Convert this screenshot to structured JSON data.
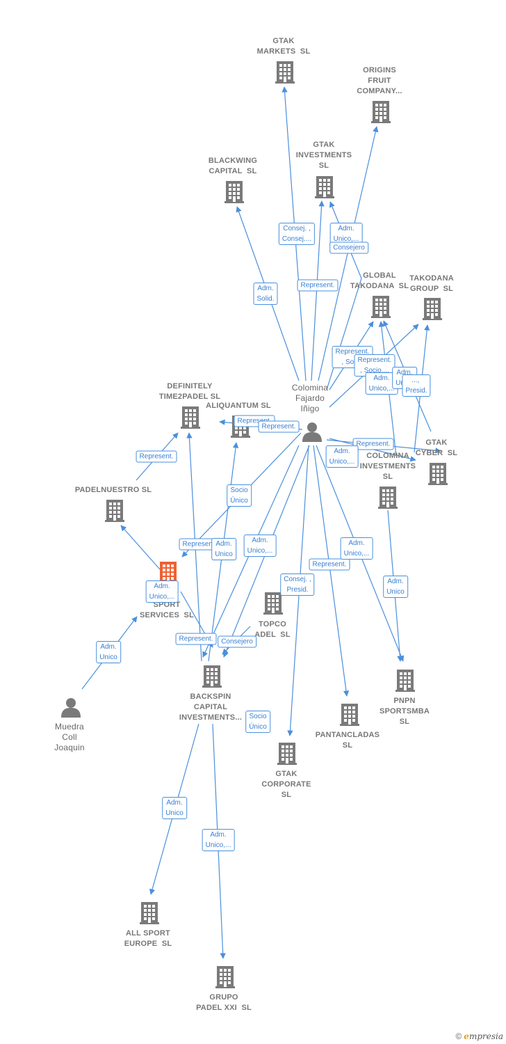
{
  "colors": {
    "edge": "#4a8fdc",
    "building": "#7a7a7a",
    "focus": "#f06030",
    "person": "#7a7a7a"
  },
  "nodes": {
    "gtak_markets": {
      "label": "GTAK\nMARKETS  SL",
      "icon": "building-icon"
    },
    "origins": {
      "label": "ORIGINS\nFRUIT\nCOMPANY...",
      "icon": "building-icon"
    },
    "blackwing": {
      "label": "BLACKWING\nCAPITAL  SL",
      "icon": "building-icon"
    },
    "gtak_investments": {
      "label": "GTAK\nINVESTMENTS\nSL",
      "icon": "building-icon"
    },
    "global_takodana": {
      "label": "GLOBAL\nTAKODANA  SL",
      "icon": "building-icon"
    },
    "takodana_group": {
      "label": "TAKODANA\nGROUP  SL",
      "icon": "building-icon"
    },
    "gtak_cyber": {
      "label": "GTAK\nCYBER  SL",
      "icon": "building-icon"
    },
    "colomina_investments": {
      "label": "COLOMINA\nINVESTMENTS\nSL",
      "icon": "building-icon"
    },
    "definitely": {
      "label": "DEFINITELY\nTIME2PADEL SL",
      "icon": "building-icon"
    },
    "aliquantum": {
      "label": "ALIQUANTUM SL",
      "icon": "building-icon"
    },
    "padelnuestro": {
      "label": "PADELNUESTRO SL",
      "icon": "building-icon"
    },
    "focus": {
      "label": "SA\nSPORT\nSERVICES  SL",
      "icon": "building-icon"
    },
    "topco": {
      "label": "TOPCO\nADEL  SL",
      "icon": "building-icon"
    },
    "backspin": {
      "label": "BACKSPIN\nCAPITAL\nINVESTMENTS...",
      "icon": "building-icon"
    },
    "pnpn": {
      "label": "PNPN\nSPORTSMBA\nSL",
      "icon": "building-icon"
    },
    "pantancladas": {
      "label": "PANTANCLADAS\nSL",
      "icon": "building-icon"
    },
    "gtak_corporate": {
      "label": "GTAK\nCORPORATE\nSL",
      "icon": "building-icon"
    },
    "all_sport": {
      "label": "ALL SPORT\nEUROPE  SL",
      "icon": "building-icon"
    },
    "grupo_padel": {
      "label": "GRUPO\nPADEL XXI  SL",
      "icon": "building-icon"
    },
    "colomina": {
      "label": "Colomina\nFajardo\nIñigo",
      "icon": "person-icon"
    },
    "muedra": {
      "label": "Muedra\nColl\nJoaquin",
      "icon": "person-icon"
    }
  },
  "edge_labels": [
    "Consej. ,\nConsej....",
    "Adm.\nUnico,...",
    "Consejero",
    "Represent.",
    "Adm.\nSolid.",
    "Represent.\n, Soc...",
    "Represent.\n, Socio....",
    "Adm.\nUnico,...",
    "Adm.\nUnico",
    "..., \nPresid.",
    "Represent.",
    "Adm.\nUnico,...",
    "Represent.",
    "Represent.",
    "Socio\nÚnico",
    "Represent.",
    "Adm.\nUnico",
    "Adm.\nUnico,...",
    "Represent.",
    "Adm.\nUnico,...",
    "Represent.",
    "Consejero",
    "Consej. ,\nPresid.",
    "Represent.",
    "Adm.\nUnico",
    "Adm.\nUnico,...",
    "Socio\nÚnico",
    "Adm.\nUnico",
    "Adm.\nUnico",
    "Adm.\nUnico,..."
  ],
  "footer": {
    "copyright": "©",
    "brand_initial": "e",
    "brand_rest": "mpresia"
  }
}
